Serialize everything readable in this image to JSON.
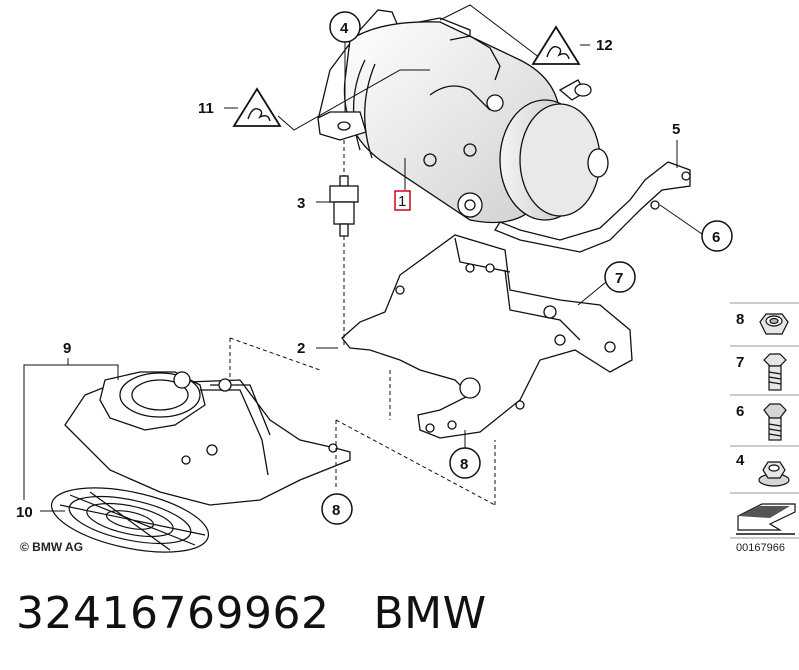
{
  "callouts": {
    "c1": "1",
    "c2": "2",
    "c3": "3",
    "c4": "4",
    "c5": "5",
    "c6": "6",
    "c7": "7",
    "c8a": "8",
    "c8b": "8",
    "c9": "9",
    "c10": "10",
    "c11": "11",
    "c12": "12"
  },
  "legend": {
    "items": [
      "8",
      "7",
      "6",
      "4"
    ]
  },
  "copyright": "© BMW AG",
  "diagram_code": "00167966",
  "footer": {
    "part_number": "32416769962",
    "brand": "BMW"
  },
  "colors": {
    "highlight": "#d0021b",
    "line": "#111111",
    "shade": "#d8d8d8"
  },
  "icons": [
    "warning-triangle-icon",
    "arrow-down-icon",
    "hex-nut-icon",
    "bolt-icon"
  ]
}
